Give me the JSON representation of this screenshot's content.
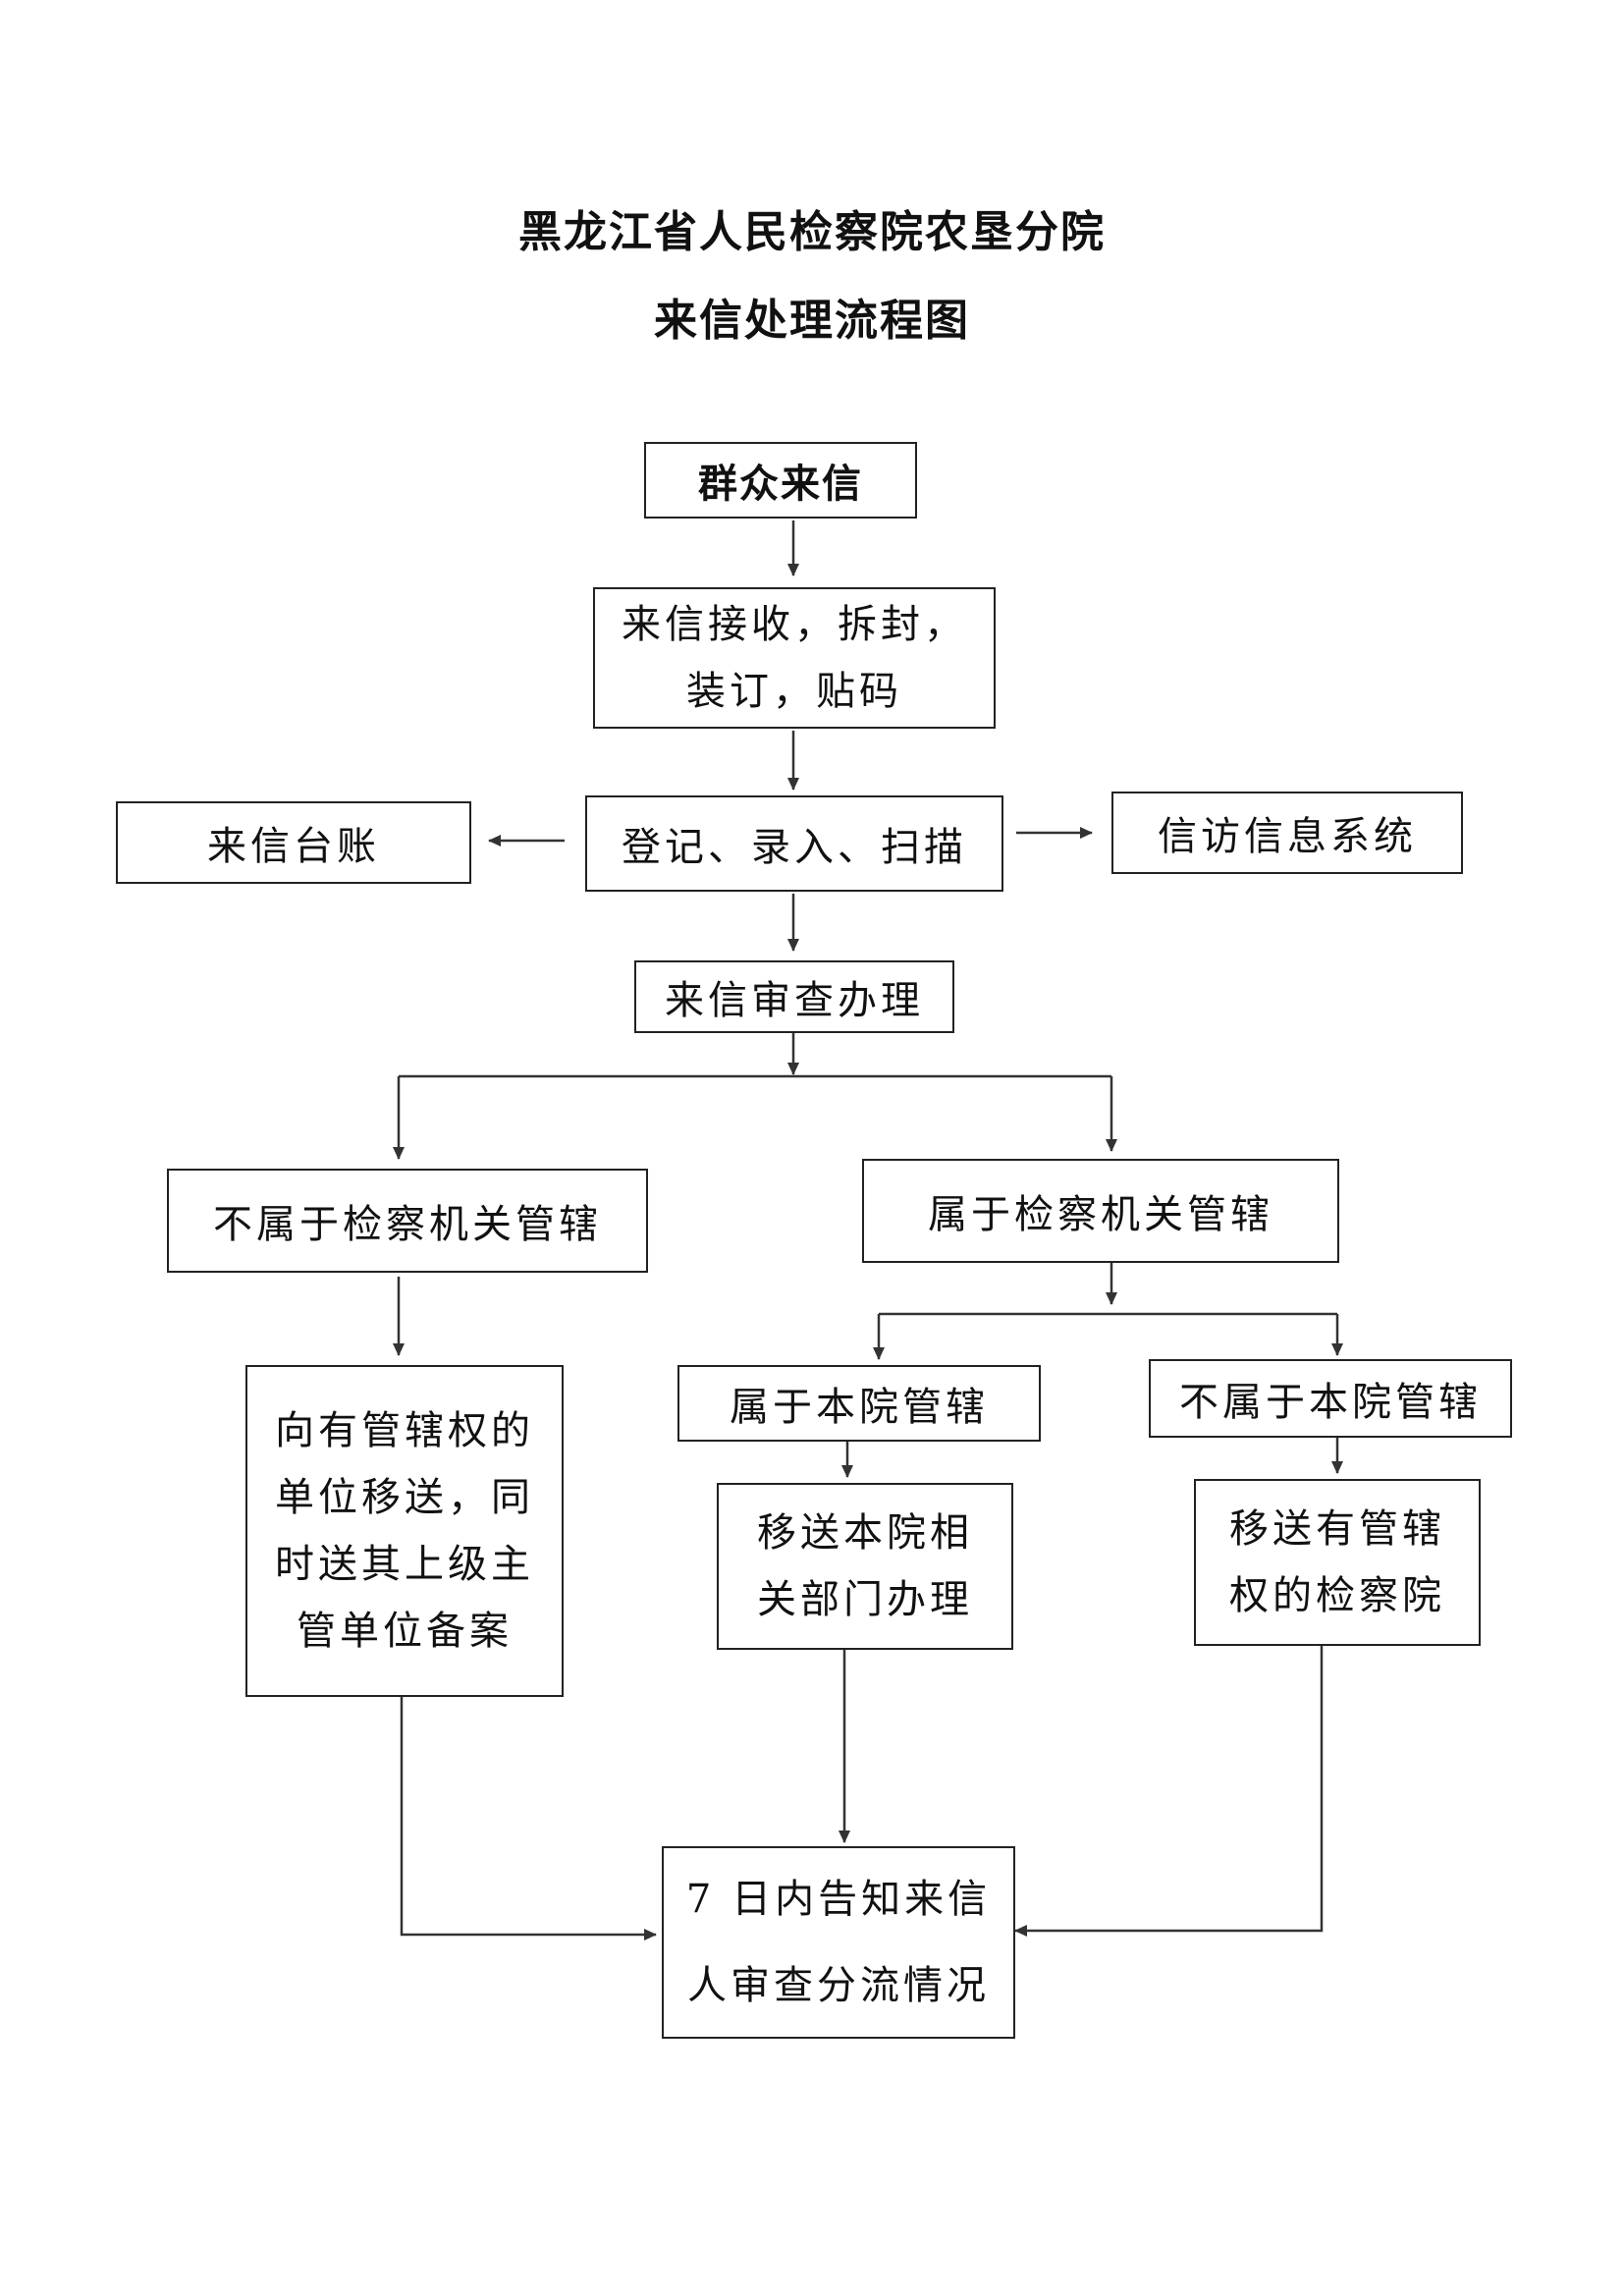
{
  "title": {
    "line1": "黑龙江省人民检察院农垦分院",
    "line2": "来信处理流程图"
  },
  "nodes": {
    "mass_letters": "群众来信",
    "receive": "来信接收，拆封，\n装订，贴码",
    "register": "登记、录入、扫描",
    "ledger": "来信台账",
    "info_system": "信访信息系统",
    "review": "来信审查办理",
    "not_procuratorate": "不属于检察机关管辖",
    "is_procuratorate": "属于检察机关管辖",
    "transfer_competent": "向有管辖权的\n单位移送，同\n时送其上级主\n管单位备案",
    "this_court": "属于本院管辖",
    "not_this_court": "不属于本院管辖",
    "transfer_dept": "移送本院相\n关部门办理",
    "transfer_other": "移送有管辖\n权的检察院",
    "notify": "7 日内告知来信\n人审查分流情况"
  },
  "colors": {
    "line": "#333333",
    "border": "#222222",
    "text": "#111111"
  }
}
